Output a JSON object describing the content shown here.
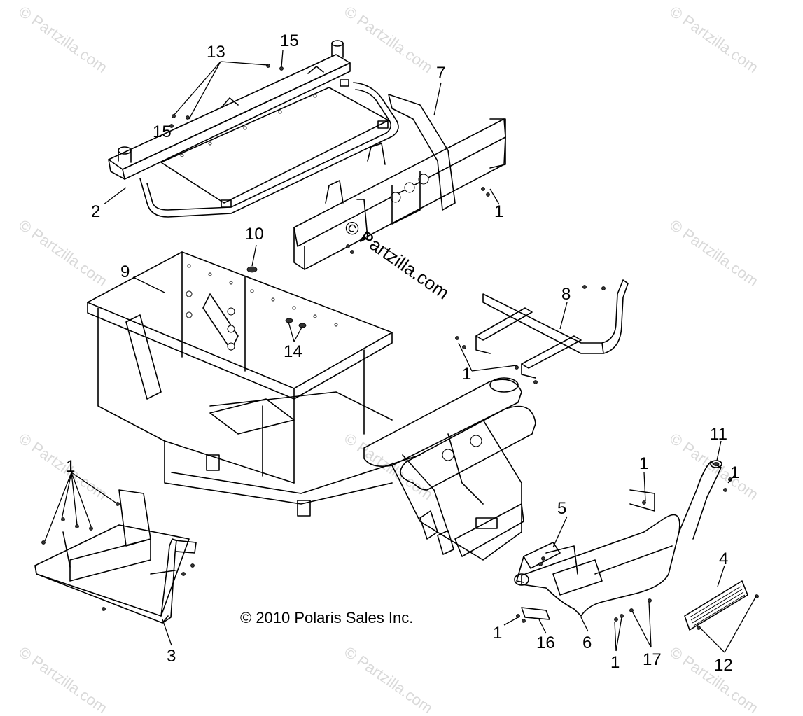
{
  "copyright": "© 2010 Polaris Sales Inc.",
  "center_stamp": "© Partzilla.com",
  "watermark_text": "© Partzilla.com",
  "callouts": {
    "c1a": "1",
    "c1b": "1",
    "c1c": "1",
    "c1d": "1",
    "c1e": "1",
    "c1f": "1",
    "c1g": "1",
    "c2": "2",
    "c3": "3",
    "c4": "4",
    "c5": "5",
    "c6": "6",
    "c7": "7",
    "c8": "8",
    "c9": "9",
    "c10": "10",
    "c11": "11",
    "c12": "12",
    "c13": "13",
    "c14": "14",
    "c15a": "15",
    "c15b": "15",
    "c16": "16",
    "c17": "17"
  }
}
